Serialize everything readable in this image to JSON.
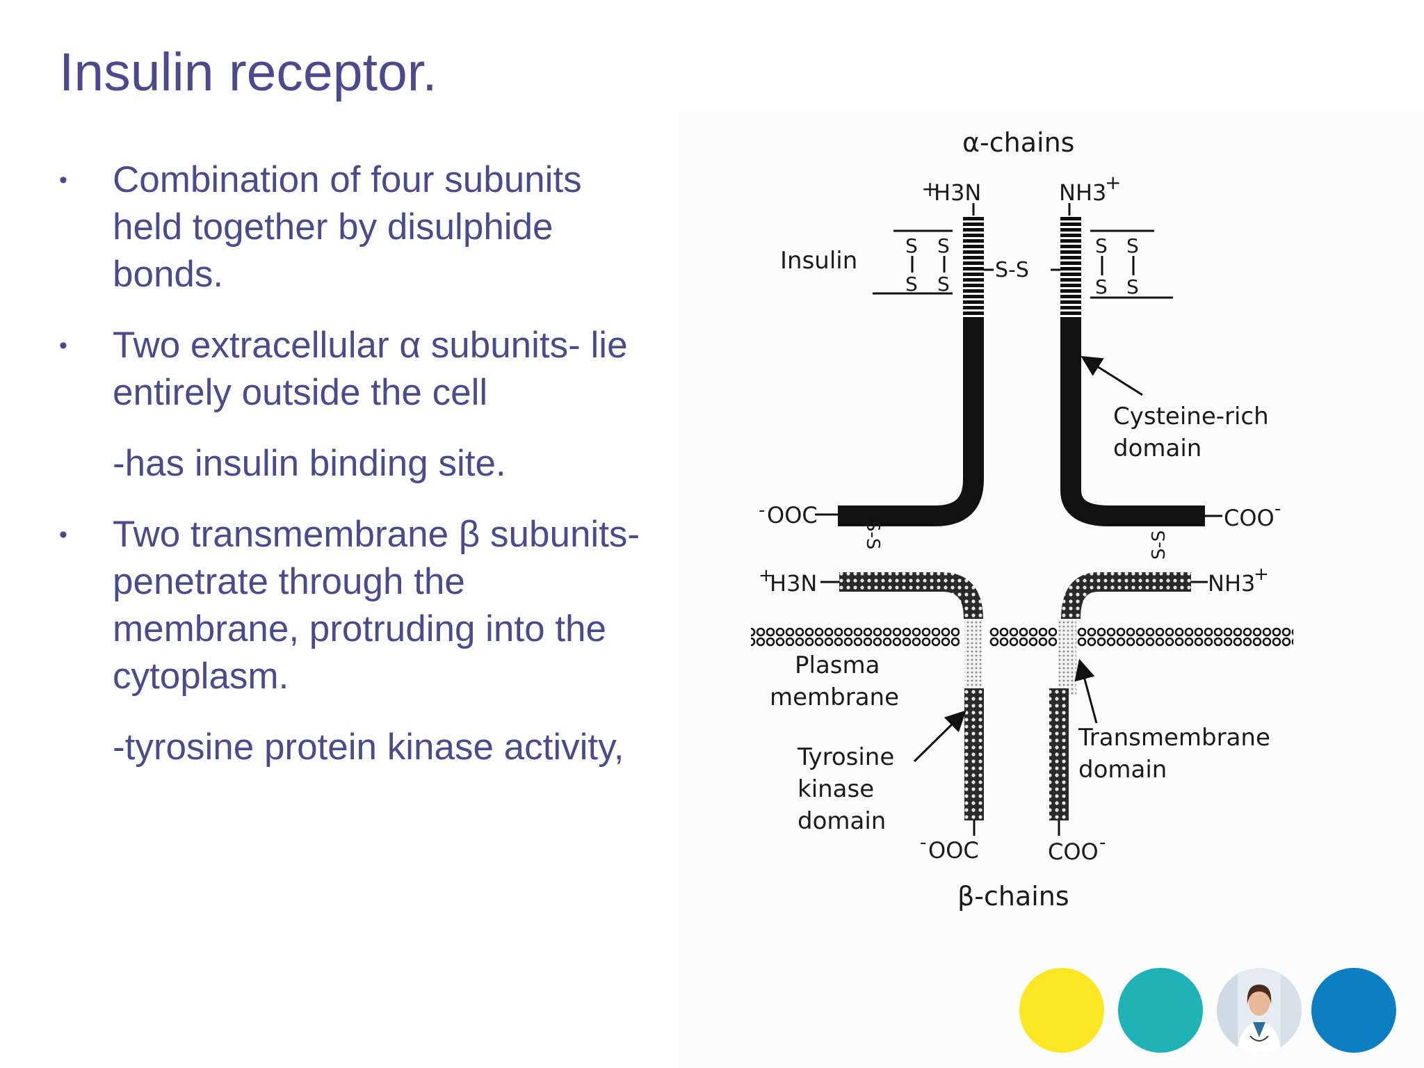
{
  "slide": {
    "title": "Insulin receptor.",
    "bullets": [
      {
        "text": "Combination of four subunits held together by disulphide bonds.",
        "lines": [
          "Combination of four subunits",
          "held together by disulphide",
          "bonds."
        ]
      },
      {
        "text": "Two extracellular α subunits- lie entirely outside the cell",
        "lines": [
          "Two extracellular α subunits- lie",
          "entirely outside the cell"
        ]
      },
      {
        "sub": "-has insulin binding site."
      },
      {
        "text": "Two transmembrane β subunits- penetrate through the membrane, protruding into the cytoplasm.",
        "lines": [
          "Two transmembrane β subunits-",
          "penetrate through the",
          "membrane, protruding into the",
          "cytoplasm."
        ]
      },
      {
        "sub": "-tyrosine protein kinase activity,"
      }
    ],
    "bullet_glyph": "•"
  },
  "diagram": {
    "alpha_chains": "α-chains",
    "beta_chains": "β-chains",
    "insulin": "Insulin",
    "ss_center": "S-S",
    "ss_left": "S-S",
    "ss_right": "S-S",
    "s": "S",
    "h3n_top_prefix": "+",
    "h3n_top": "H3N",
    "nh3_top": "NH3",
    "plus": "+",
    "ooc_left_prefix": "-",
    "ooc_left": "OOC",
    "coo_right": "COO",
    "minus": "-",
    "h3n_mid_prefix": "+",
    "h3n_mid": "H3N",
    "nh3_mid": "NH3",
    "cysteine_line1": "Cysteine-rich",
    "cysteine_line2": "domain",
    "plasma_line1": "Plasma",
    "plasma_line2": "membrane",
    "tyrosine_line1": "Tyrosine",
    "tyrosine_line2": "kinase",
    "tyrosine_line3": "domain",
    "transmembrane_line1": "Transmembrane",
    "transmembrane_line2": "domain",
    "ooc_bottom": "OOC",
    "coo_bottom": "COO"
  },
  "decor": {
    "circle_colors": [
      "#fde725",
      "#1fb2b7",
      "#0b7fc2"
    ],
    "doctor_icon": "doctor-photo"
  }
}
